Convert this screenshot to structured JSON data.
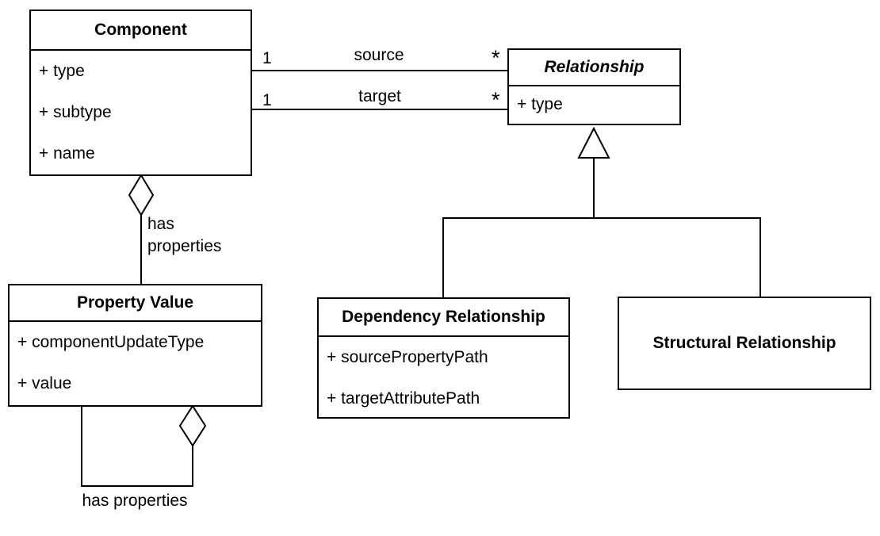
{
  "diagram_colors": {
    "stroke": "#000000",
    "background": "#ffffff",
    "text": "#000000"
  },
  "classes": {
    "component": {
      "name": "Component",
      "stereotype": "class",
      "attributes": [
        "+ type",
        "+ subtype",
        "+ name"
      ]
    },
    "relationship": {
      "name": "Relationship",
      "stereotype": "abstract class",
      "attributes": [
        "+ type"
      ]
    },
    "property_value": {
      "name": "Property Value",
      "stereotype": "class",
      "attributes": [
        "+ componentUpdateType",
        "+ value"
      ]
    },
    "dependency_relationship": {
      "name": "Dependency Relationship",
      "stereotype": "class",
      "attributes": [
        "+ sourcePropertyPath",
        "+ targetAttributePath"
      ]
    },
    "structural_relationship": {
      "name": "Structural Relationship",
      "stereotype": "class",
      "attributes": []
    }
  },
  "edges": {
    "source": {
      "type": "association",
      "from": "Component",
      "to": "Relationship",
      "label": "source",
      "from_multiplicity": "1",
      "to_multiplicity": "*"
    },
    "target": {
      "type": "association",
      "from": "Component",
      "to": "Relationship",
      "label": "target",
      "from_multiplicity": "1",
      "to_multiplicity": "*"
    },
    "has_properties": {
      "type": "aggregation",
      "from": "Component",
      "to": "Property Value",
      "label": "has\nproperties"
    },
    "has_properties_self": {
      "type": "aggregation",
      "from": "Property Value",
      "to": "Property Value",
      "label": "has properties"
    },
    "generalization_dependency": {
      "type": "generalization",
      "from": "Dependency Relationship",
      "to": "Relationship"
    },
    "generalization_structural": {
      "type": "generalization",
      "from": "Structural Relationship",
      "to": "Relationship"
    }
  }
}
